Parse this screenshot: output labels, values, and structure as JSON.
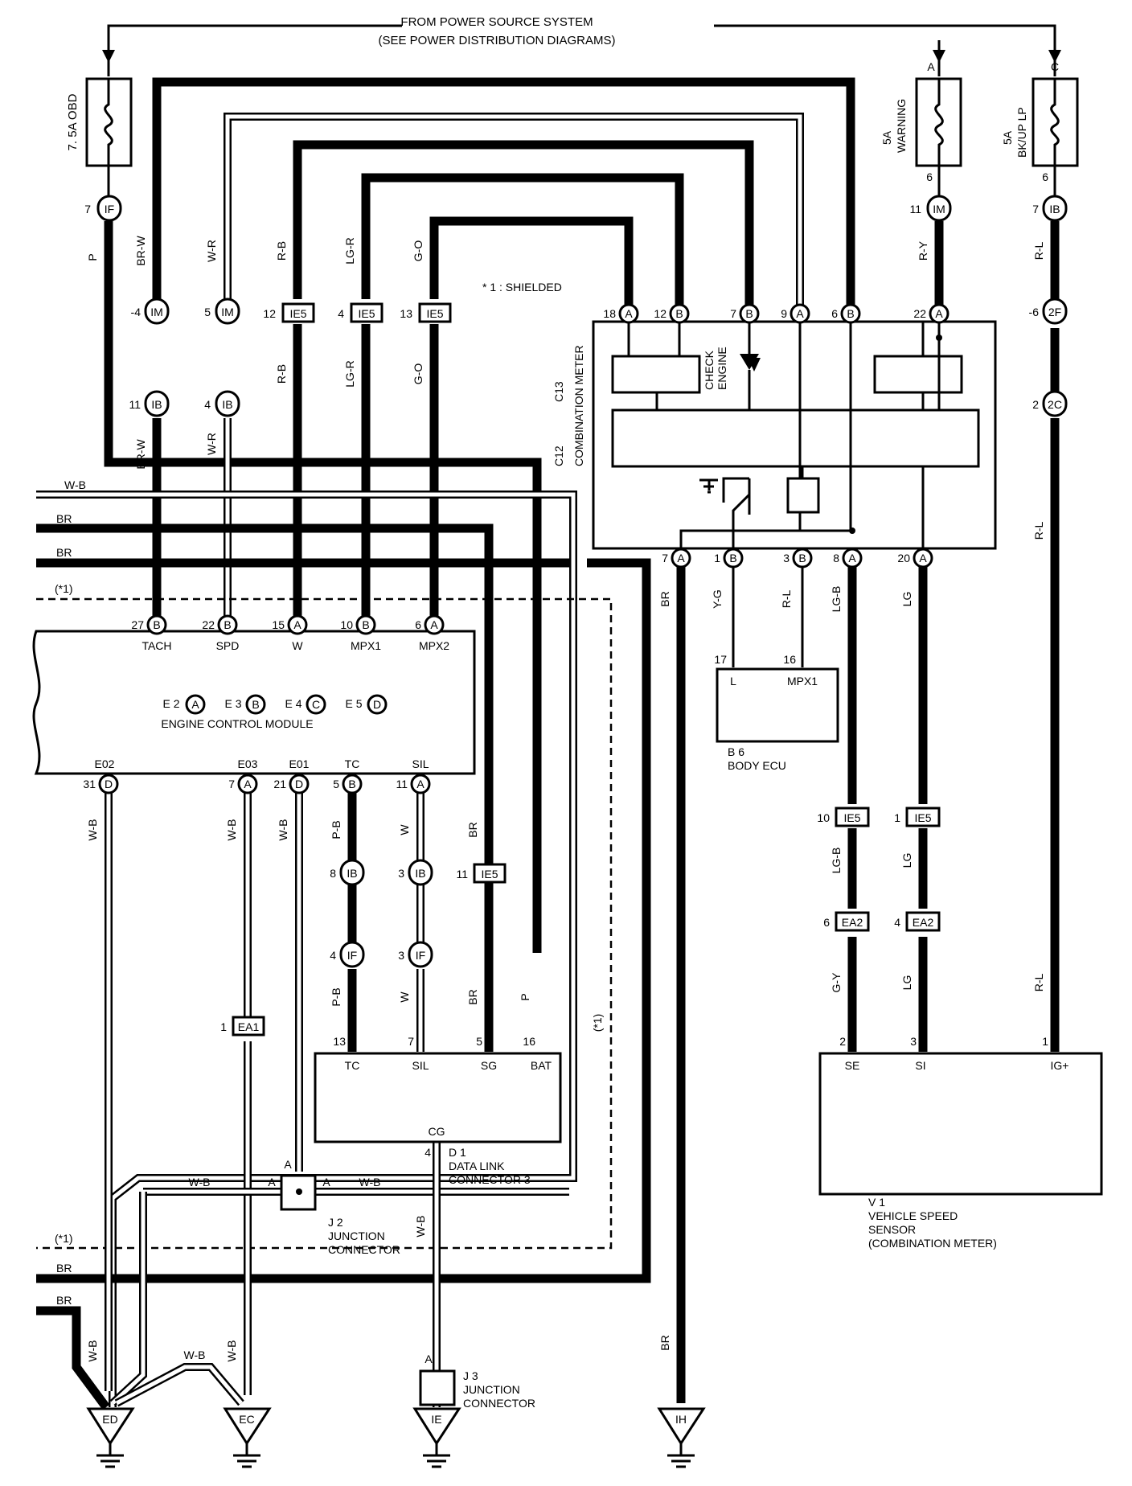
{
  "header": {
    "line1": "FROM POWER SOURCE SYSTEM",
    "line2": "(SEE POWER DISTRIBUTION DIAGRAMS)"
  },
  "fuses": [
    {
      "id": "obd",
      "label": "7. 5A OBD"
    },
    {
      "id": "warning",
      "rating": "5A",
      "name": "WARNING",
      "terminal": "A"
    },
    {
      "id": "bkup",
      "rating": "5A",
      "name": "BK/UP LP",
      "terminal": "C"
    }
  ],
  "note": "* 1 : SHIELDED",
  "shield_label": "(*1)",
  "wires": {
    "p": "P",
    "brw": "BR-W",
    "wr": "W-R",
    "rb": "R-B",
    "lgr": "LG-R",
    "go": "G-O",
    "ry": "R-Y",
    "rl": "R-L",
    "wb": "W-B",
    "br": "BR",
    "yg": "Y-G",
    "lgb": "LG-B",
    "lg": "LG",
    "pb": "P-B",
    "w": "W",
    "gy": "G-Y"
  },
  "connectors": {
    "if": "IF",
    "im": "IM",
    "ib": "IB",
    "ie5": "IE5",
    "ea1": "EA1",
    "ea2": "EA2",
    "twoF": "2F",
    "twoC": "2C",
    "a": "A",
    "b": "B",
    "d": "D",
    "c": "C"
  },
  "pins": {
    "n1": "1",
    "n2": "2",
    "n3": "3",
    "n4": "4",
    "n5": "5",
    "n6": "6",
    "n7": "7",
    "n8": "8",
    "n9": "9",
    "n10": "10",
    "n11": "11",
    "n12": "12",
    "n13": "13",
    "n15": "15",
    "n16": "16",
    "n17": "17",
    "n18": "18",
    "n20": "20",
    "n21": "21",
    "n22": "22",
    "n27": "27",
    "n31": "31",
    "m4": "-4",
    "m6": "-6"
  },
  "combination_meter": {
    "title": "COMBINATION METER",
    "ids": "C12",
    "ids2": "C13",
    "check_engine": [
      "CHECK",
      "ENGINE"
    ]
  },
  "ecm": {
    "title": "ENGINE CONTROL MODULE",
    "ids": [
      "E 2",
      "E 3",
      "E 4",
      "E 5"
    ],
    "top_terminals": [
      "TACH",
      "SPD",
      "W",
      "MPX1",
      "MPX2"
    ],
    "bottom_terminals": [
      "E02",
      "E03",
      "E01",
      "TC",
      "SIL"
    ]
  },
  "body_ecu": {
    "id": "B 6",
    "name": "BODY ECU",
    "terminals": [
      "L",
      "MPX1"
    ]
  },
  "dlc": {
    "id": "D 1",
    "name": [
      "DATA LINK",
      "CONNECTOR 3"
    ],
    "terminals": [
      "TC",
      "SIL",
      "SG",
      "BAT"
    ],
    "cg": "CG"
  },
  "j2": {
    "id": "J 2",
    "name": [
      "JUNCTION",
      "CONNECTOR"
    ]
  },
  "j3": {
    "id": "J 3",
    "name": [
      "JUNCTION",
      "CONNECTOR"
    ]
  },
  "vss": {
    "id": "V 1",
    "name": [
      "VEHICLE SPEED",
      "SENSOR",
      "(COMBINATION METER)"
    ],
    "terminals": [
      "SE",
      "SI",
      "IG+"
    ]
  },
  "grounds": [
    "ED",
    "EC",
    "IE",
    "IH"
  ]
}
